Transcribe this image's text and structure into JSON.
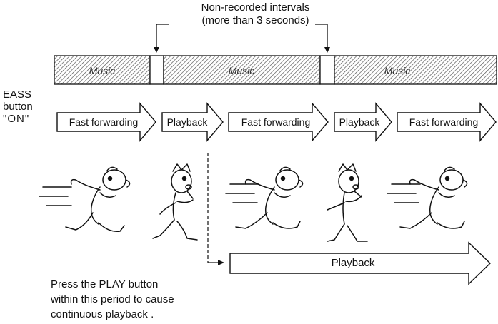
{
  "header": {
    "line1": "Non-recorded intervals",
    "line2": "(more than 3 seconds)"
  },
  "track": {
    "segments": [
      "Music",
      "Music",
      "Music"
    ]
  },
  "eass": {
    "line1": "EASS",
    "line2": "button",
    "line3": "\"ON\""
  },
  "sequence": {
    "arrows": [
      "Fast forwarding",
      "Playback",
      "Fast forwarding",
      "Playback",
      "Fast forwarding"
    ]
  },
  "figures": [
    "running-figure",
    "singing-figure",
    "running-figure",
    "singing-figure",
    "running-figure"
  ],
  "continuous": {
    "label": "Playback"
  },
  "note": {
    "line1": "Press the PLAY button",
    "line2": "within this period to cause",
    "line3": "continuous playback ."
  }
}
